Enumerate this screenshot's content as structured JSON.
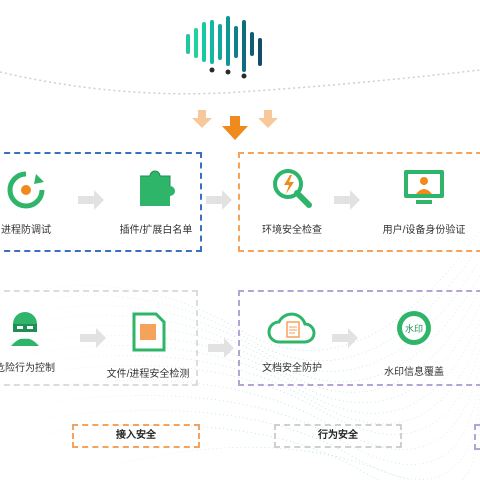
{
  "colors": {
    "blue": "#3a6fc4",
    "orange": "#f5a25a",
    "gray": "#d8d8d8",
    "purple": "#b3a3d6",
    "green": "#2fb56a",
    "dark_green": "#1f8f52",
    "logo_teal": "#2ed7a6",
    "arrow_orange": "#f08a1c",
    "arrow_light": "#f7c89a"
  },
  "row1": {
    "group_left": {
      "items": [
        {
          "label": "进程防调试",
          "icon": "refresh-cycle-icon"
        },
        {
          "label": "插件/扩展白名单",
          "icon": "puzzle-icon"
        }
      ]
    },
    "group_right": {
      "items": [
        {
          "label": "环境安全检查",
          "icon": "magnifier-lightning-icon"
        },
        {
          "label": "用户/设备身份验证",
          "icon": "monitor-user-icon"
        }
      ]
    }
  },
  "row2": {
    "group_left": {
      "items": [
        {
          "label": "危险行为控制",
          "icon": "masked-user-icon"
        },
        {
          "label": "文件/进程安全检测",
          "icon": "document-icon"
        }
      ]
    },
    "group_right": {
      "items": [
        {
          "label": "文档安全防护",
          "icon": "cloud-document-icon"
        },
        {
          "label": "水印信息覆盖",
          "icon": "watermark-icon",
          "badge": "水印"
        }
      ]
    }
  },
  "legend": {
    "access": "接入安全",
    "behavior": "行为安全"
  }
}
